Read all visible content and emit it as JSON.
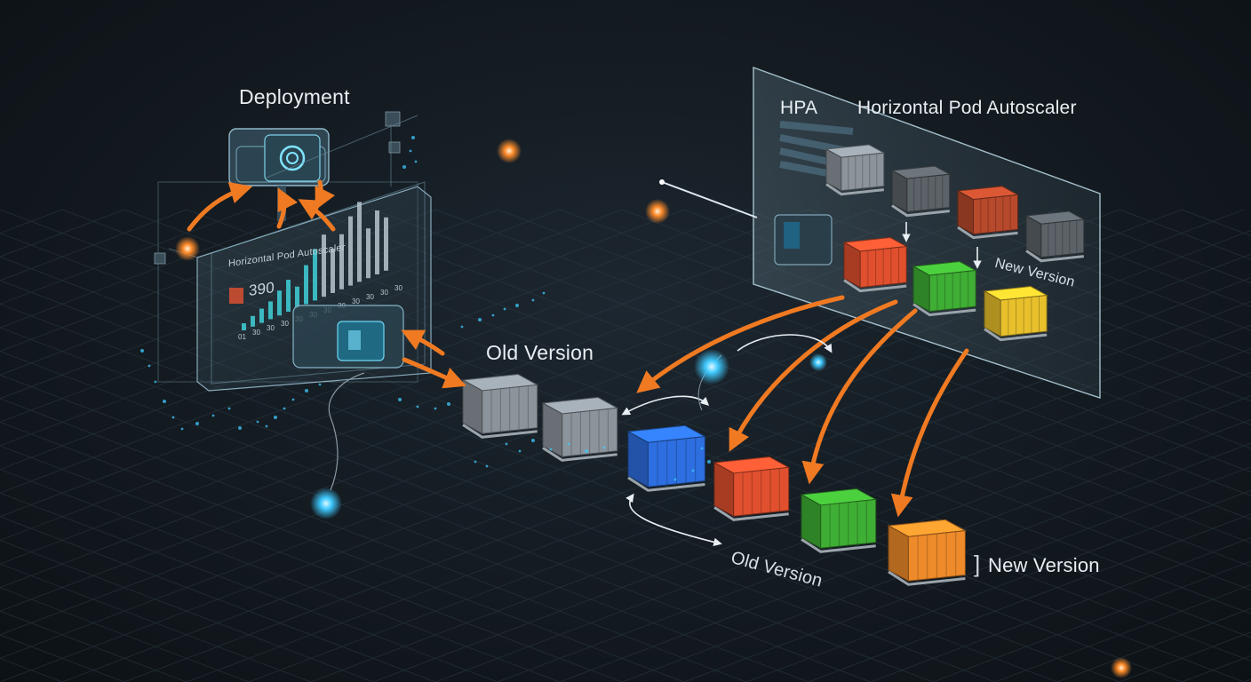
{
  "labels": {
    "deployment": "Deployment",
    "hpa_short": "HPA",
    "hpa_full": "Horizontal Pod Autoscaler",
    "old_version_top": "Old Version",
    "new_version_right": "New Version",
    "old_version_bottom": "Old Version",
    "new_version_bottom": "New Version",
    "bracket": "]"
  },
  "panel": {
    "title": "Horizontal Pod Autoscaler",
    "value": "390",
    "tick_labels": [
      "01",
      "30",
      "30",
      "30",
      "30",
      "30",
      "30",
      "30",
      "30",
      "30",
      "30",
      "30"
    ]
  },
  "colors": {
    "background": "#131a20",
    "orange_arrow": "#f07a22",
    "glow_cyan": "#3fc9ff",
    "glow_orange": "#ff8c2a",
    "pod_grey": "#8c949b",
    "pod_blue": "#2d6fe0",
    "pod_red": "#e0502e",
    "pod_green": "#3fae34",
    "pod_yellow": "#e8c02c",
    "pod_orange": "#ee8a2a",
    "pod_dark_grey": "#5b6268",
    "pod_rust": "#b7492c"
  },
  "pods_row_main": [
    {
      "version": "Old Version",
      "color": "grey"
    },
    {
      "version": "Old Version",
      "color": "grey"
    },
    {
      "version": "Old Version",
      "color": "blue"
    },
    {
      "version": "New Version",
      "color": "red"
    },
    {
      "version": "New Version",
      "color": "green"
    },
    {
      "version": "New Version",
      "color": "orange"
    }
  ],
  "pods_hpa_panel": [
    {
      "color": "grey"
    },
    {
      "color": "dark_grey"
    },
    {
      "color": "rust"
    },
    {
      "color": "dark_grey"
    },
    {
      "color": "red"
    },
    {
      "color": "green"
    },
    {
      "color": "yellow"
    }
  ]
}
